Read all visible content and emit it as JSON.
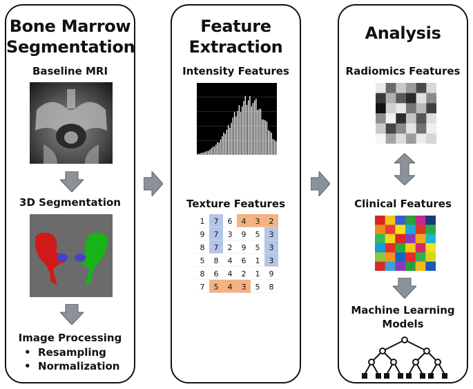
{
  "panels": {
    "segmentation": {
      "title_line1": "Bone Marrow",
      "title_line2": "Segmentation",
      "baseline_label": "Baseline MRI",
      "segmentation_label": "3D Segmentation",
      "processing_label": "Image Processing",
      "processing_items": [
        "Resampling",
        "Normalization"
      ]
    },
    "extraction": {
      "title_line1": "Feature",
      "title_line2": "Extraction",
      "intensity_label": "Intensity Features",
      "texture_label": "Texture Features",
      "texture_grid": [
        [
          "1",
          "7",
          "6",
          "4",
          "3",
          "2"
        ],
        [
          "9",
          "7",
          "3",
          "9",
          "5",
          "3"
        ],
        [
          "8",
          "7",
          "2",
          "9",
          "5",
          "3"
        ],
        [
          "5",
          "8",
          "4",
          "6",
          "1",
          "3"
        ],
        [
          "8",
          "6",
          "4",
          "2",
          "1",
          "9"
        ],
        [
          "7",
          "5",
          "4",
          "3",
          "5",
          "8"
        ]
      ]
    },
    "analysis": {
      "title": "Analysis",
      "radiomics_label": "Radiomics Features",
      "clinical_label": "Clinical Features",
      "ml_label_line1": "Machine Learning",
      "ml_label_line2": "Models"
    }
  },
  "colors": {
    "highlight_blue": "#b4c6e7",
    "highlight_orange": "#f4b183",
    "arrow_gray": "#8c9299"
  }
}
